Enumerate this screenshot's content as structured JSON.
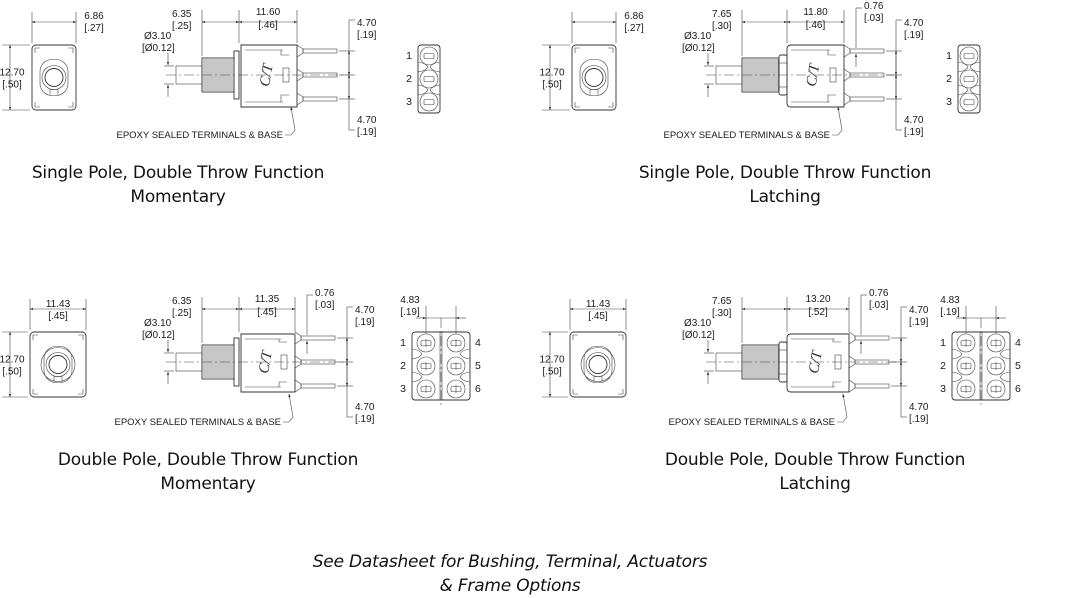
{
  "panels": [
    {
      "id": "spdt-momentary",
      "caption_line1": "Single Pole, Double Throw Function",
      "caption_line2": "Momentary",
      "front_width": "6.86",
      "front_width_in": "[.27]",
      "height": "12.70",
      "height_in": "[.50]",
      "actuator_dia": "Ø3.10",
      "actuator_dia_in": "[Ø0.12]",
      "bushing_len": "6.35",
      "bushing_len_in": "[.25]",
      "body_len": "11.60",
      "body_len_in": "[.46]",
      "pin_offset": null,
      "pin_offset_in": null,
      "pitch_top": "4.70",
      "pitch_top_in": "[.19]",
      "pitch_bottom": "4.70",
      "pitch_bottom_in": "[.19]",
      "pole_pitch": null,
      "pole_pitch_in": null,
      "note": "EPOXY SEALED TERMINALS & BASE",
      "brand": "C/T",
      "pins": [
        "1",
        "2",
        "3"
      ]
    },
    {
      "id": "spdt-latching",
      "caption_line1": "Single Pole, Double Throw Function",
      "caption_line2": "Latching",
      "front_width": "6.86",
      "front_width_in": "[.27]",
      "height": "12.70",
      "height_in": "[.50]",
      "actuator_dia": "Ø3.10",
      "actuator_dia_in": "[Ø0.12]",
      "bushing_len": "7.65",
      "bushing_len_in": "[.30]",
      "body_len": "11.80",
      "body_len_in": "[.46]",
      "pin_offset": "0.76",
      "pin_offset_in": "[.03]",
      "pitch_top": "4.70",
      "pitch_top_in": "[.19]",
      "pitch_bottom": "4.70",
      "pitch_bottom_in": "[.19]",
      "pole_pitch": null,
      "pole_pitch_in": null,
      "note": "EPOXY SEALED TERMINALS & BASE",
      "brand": "C/T",
      "pins": [
        "1",
        "2",
        "3"
      ]
    },
    {
      "id": "dpdt-momentary",
      "caption_line1": "Double Pole, Double Throw Function",
      "caption_line2": "Momentary",
      "front_width": "11.43",
      "front_width_in": "[.45]",
      "height": "12.70",
      "height_in": "[.50]",
      "actuator_dia": "Ø3.10",
      "actuator_dia_in": "[Ø0.12]",
      "bushing_len": "6.35",
      "bushing_len_in": "[.25]",
      "body_len": "11.35",
      "body_len_in": "[.45]",
      "pin_offset": "0.76",
      "pin_offset_in": "[.03]",
      "pitch_top": "4.70",
      "pitch_top_in": "[.19]",
      "pitch_bottom": "4.70",
      "pitch_bottom_in": "[.19]",
      "pole_pitch": "4.83",
      "pole_pitch_in": "[.19]",
      "note": "EPOXY SEALED TERMINALS & BASE",
      "brand": "C/T",
      "pins": [
        "1",
        "2",
        "3",
        "4",
        "5",
        "6"
      ]
    },
    {
      "id": "dpdt-latching",
      "caption_line1": "Double Pole, Double Throw Function",
      "caption_line2": "Latching",
      "front_width": "11.43",
      "front_width_in": "[.45]",
      "height": "12.70",
      "height_in": "[.50]",
      "actuator_dia": "Ø3.10",
      "actuator_dia_in": "[Ø0.12]",
      "bushing_len": "7.65",
      "bushing_len_in": "[.30]",
      "body_len": "13.20",
      "body_len_in": "[.52]",
      "pin_offset": "0.76",
      "pin_offset_in": "[.03]",
      "pitch_top": "4.70",
      "pitch_top_in": "[.19]",
      "pitch_bottom": "4.70",
      "pitch_bottom_in": "[.19]",
      "pole_pitch": "4.83",
      "pole_pitch_in": "[.19]",
      "note": "EPOXY SEALED TERMINALS & BASE",
      "brand": "C/T",
      "pins": [
        "1",
        "2",
        "3",
        "4",
        "5",
        "6"
      ]
    }
  ],
  "footer": {
    "line1": "See Datasheet for Bushing, Terminal, Actuators",
    "line2": "& Frame Options"
  }
}
